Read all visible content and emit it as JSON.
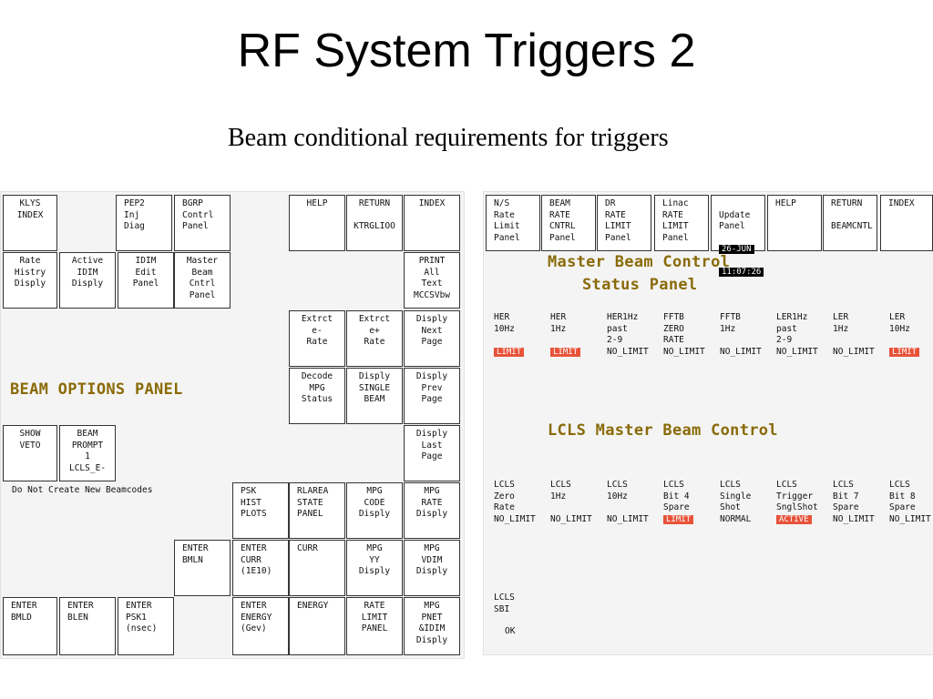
{
  "title": "RF System Triggers 2",
  "subtitle": "Beam conditional requirements for triggers",
  "left_panel": {
    "heading": "BEAM OPTIONS PANEL",
    "no_create_text": "Do Not Create New Beamcodes",
    "buttons": {
      "klys_index": "KLYS\nINDEX",
      "pep2_inj_diag": "PEP2\nInj\nDiag",
      "bgrp_contrl_panel": "BGRP\nContrl\nPanel",
      "help": "HELP",
      "return_ktrglioo": "RETURN\n\nKTRGLIOO",
      "index": "INDEX",
      "rate_histry_disply": "Rate\nHistry\nDisply",
      "active_idim_disply": "Active\nIDIM\nDisply",
      "idim_edit_panel": "IDIM\nEdit\nPanel",
      "master_beam_cntrl_panel": "Master\nBeam\nCntrl\nPanel",
      "print_all_text": "PRINT\nAll\nText\nMCCSVbw",
      "extrct_e_minus_rate": "Extrct\ne-\nRate",
      "extrct_e_plus_rate": "Extrct\ne+\nRate",
      "disply_next_page": "Disply\nNext\nPage",
      "decode_mpg_status": "Decode\nMPG\nStatus",
      "disply_single_beam": "Disply\nSINGLE\nBEAM",
      "disply_prev_page": "Disply\nPrev\nPage",
      "show_veto": "SHOW\nVETO",
      "beam_prompt": "BEAM\nPROMPT\n1\nLCLS_E-",
      "disply_last_page": "Disply\nLast\nPage",
      "psk_hist_plots": "PSK\nHIST\nPLOTS",
      "rlarea_state_panel": "RLAREA\nSTATE\nPANEL",
      "mpg_code_disply": "MPG\nCODE\nDisply",
      "mpg_rate_disply": "MPG\nRATE\nDisply",
      "enter_bmln": "ENTER\nBMLN",
      "enter_curr": "ENTER\nCURR\n(1E10)",
      "curr": "CURR",
      "mpg_yy_disply": "MPG\nYY\nDisply",
      "mpg_vdim_disply": "MPG\nVDIM\nDisply",
      "enter_bmld": "ENTER\nBMLD",
      "enter_blen": "ENTER\nBLEN",
      "enter_psk1": "ENTER\nPSK1\n(nsec)",
      "enter_energy": "ENTER\nENERGY\n(Gev)",
      "energy": "ENERGY",
      "rate_limit_panel": "RATE\nLIMIT\nPANEL",
      "mpg_pnet_idim": "MPG\nPNET\n&IDIM\nDisply"
    }
  },
  "right_panel": {
    "buttons": {
      "ns_rate_limit": "N/S\nRate\nLimit\nPanel",
      "beam_rate_cntrl": "BEAM\nRATE\nCNTRL\nPanel",
      "dr_rate_limit": "DR\nRATE\nLIMIT\nPanel",
      "linac_rate_limit": "Linac\nRATE\nLIMIT\nPanel",
      "update_panel": "Update\nPanel",
      "help": "HELP",
      "return_beamcntl": "RETURN\n\nBEAMCNTL",
      "index": "INDEX"
    },
    "update_date": "26-JUN",
    "update_time": "11:07:26",
    "master_heading_1": "Master Beam Control",
    "master_heading_2": "Status Panel",
    "master_status": [
      {
        "label": "HER\n10Hz",
        "status": "LIMIT",
        "highlight": true
      },
      {
        "label": "HER\n 1Hz",
        "status": "LIMIT",
        "highlight": true
      },
      {
        "label": "HER1Hz\npast\n 2-9",
        "status": "NO_LIMIT",
        "highlight": false
      },
      {
        "label": "FFTB\nZERO\nRATE",
        "status": "NO_LIMIT",
        "highlight": false
      },
      {
        "label": "FFTB\n1Hz",
        "status": "NO_LIMIT",
        "highlight": false
      },
      {
        "label": "LER1Hz\npast\n 2-9",
        "status": "NO_LIMIT",
        "highlight": false
      },
      {
        "label": "LER\n 1Hz",
        "status": "NO_LIMIT",
        "highlight": false
      },
      {
        "label": "LER\n10Hz",
        "status": "LIMIT",
        "highlight": true
      }
    ],
    "lcls_heading": "LCLS Master Beam Control",
    "lcls_status": [
      {
        "label": "LCLS\nZero\nRate",
        "status": "NO_LIMIT",
        "highlight": false
      },
      {
        "label": "LCLS\n1Hz",
        "status": "NO_LIMIT",
        "highlight": false
      },
      {
        "label": "LCLS\n10Hz",
        "status": "NO_LIMIT",
        "highlight": false
      },
      {
        "label": "LCLS\nBit 4\nSpare",
        "status": "LIMIT",
        "highlight": true
      },
      {
        "label": "LCLS\nSingle\nShot",
        "status": "NORMAL",
        "highlight": false
      },
      {
        "label": "LCLS\nTrigger\nSnglShot",
        "status": "ACTIVE",
        "highlight": true
      },
      {
        "label": "LCLS\nBit 7\nSpare",
        "status": "NO_LIMIT",
        "highlight": false
      },
      {
        "label": "LCLS\nBit 8\nSpare",
        "status": "NO_LIMIT",
        "highlight": false
      }
    ],
    "lcls_sbi_label": "LCLS\nSBI",
    "lcls_sbi_status": "OK"
  }
}
